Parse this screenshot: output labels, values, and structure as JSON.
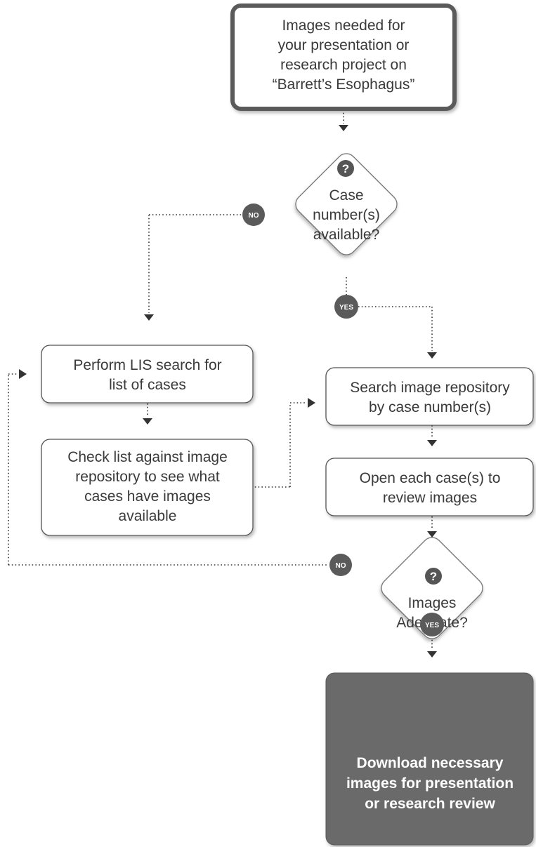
{
  "start": {
    "lines": [
      "Images needed for",
      "your presentation or",
      "research project on",
      "“Barrett’s Esophagus”"
    ]
  },
  "decision1": {
    "lines": [
      "Case",
      "number(s)",
      "available?"
    ],
    "question_mark": "?",
    "no_label": "NO",
    "yes_label": "YES"
  },
  "lis_search": {
    "lines": [
      "Perform LIS search for",
      "list of cases"
    ]
  },
  "check_list": {
    "lines": [
      "Check list against image",
      "repository to see what",
      "cases have images",
      "available"
    ]
  },
  "search_repo": {
    "lines": [
      "Search image repository",
      "by case number(s)"
    ]
  },
  "open_case": {
    "lines": [
      "Open each case(s) to",
      "review images"
    ]
  },
  "decision2": {
    "lines": [
      "Images",
      "Adequate?"
    ],
    "question_mark": "?",
    "no_label": "NO",
    "yes_label": "YES"
  },
  "end": {
    "lines": [
      "Download necessary",
      "images for presentation",
      "or research review"
    ]
  },
  "colors": {
    "box_border": "#4a4a4a",
    "start_border": "#5a5a5a",
    "end_fill": "#6b6b6b",
    "badge_fill": "#5a5a5a",
    "text": "#3a3a3a"
  }
}
